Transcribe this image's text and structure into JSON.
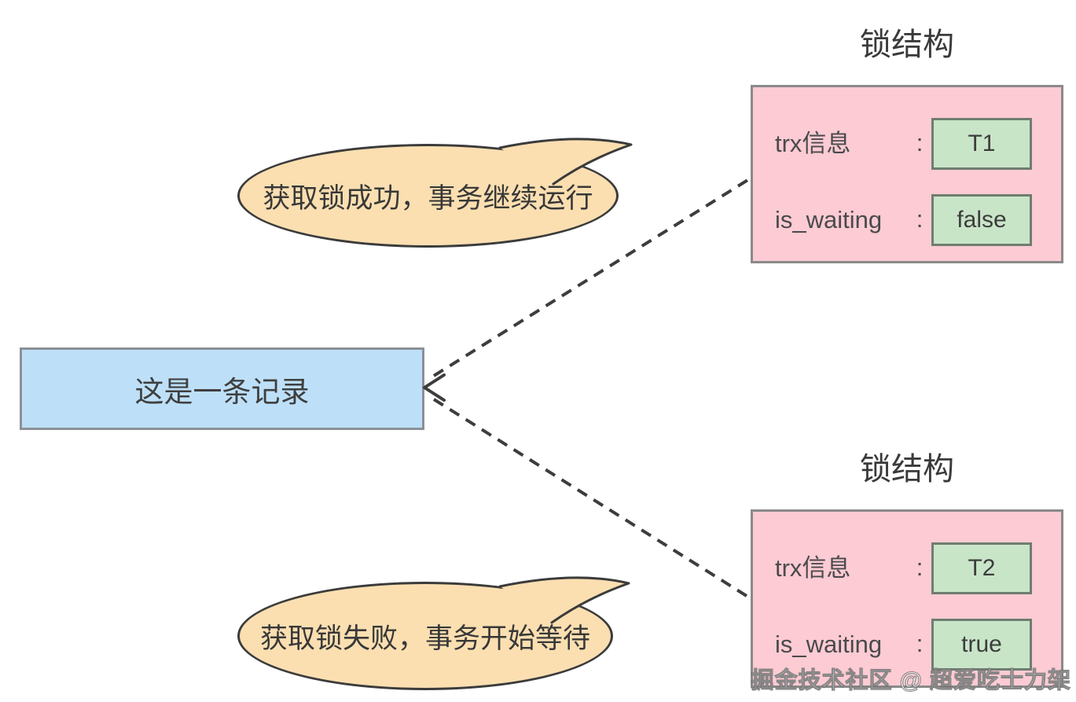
{
  "colors": {
    "bg": "#ffffff",
    "record-fill": "#bde0f8",
    "record-border": "#8b9097",
    "bubble-fill": "#fbdfb1",
    "bubble-border": "#3b3b3b",
    "lock-fill": "#fccbd3",
    "lock-border": "#8a8a8a",
    "value-fill": "#c9e5c8",
    "value-border": "#6f7d6f",
    "line": "#3d3d3d",
    "text": "#3f3f3f"
  },
  "record": {
    "label": "这是一条记录"
  },
  "bubbles": {
    "success": {
      "text": "获取锁成功，事务继续运行"
    },
    "fail": {
      "text": "获取锁失败，事务开始等待"
    }
  },
  "locks": {
    "top": {
      "title": "锁结构",
      "rows": [
        {
          "label": "trx信息",
          "separator": ":",
          "value": "T1"
        },
        {
          "label": "is_waiting",
          "separator": ":",
          "value": "false"
        }
      ]
    },
    "bottom": {
      "title": "锁结构",
      "rows": [
        {
          "label": "trx信息",
          "separator": ":",
          "value": "T2"
        },
        {
          "label": "is_waiting",
          "separator": ":",
          "value": "true"
        }
      ]
    }
  },
  "watermark": "掘金技术社区 @ 超爱吃士力架"
}
